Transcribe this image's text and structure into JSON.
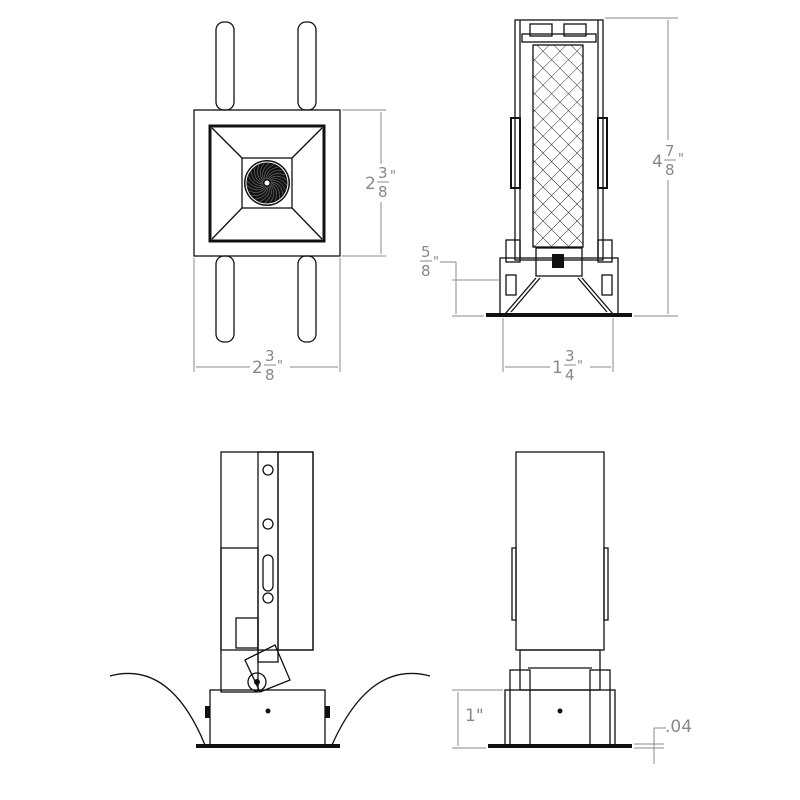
{
  "drawing": {
    "views": [
      "top-view",
      "front-section-view",
      "side-view",
      "front-view"
    ],
    "dimensions": {
      "top_view_height": {
        "whole": "2",
        "num": "3",
        "den": "8",
        "unit": "\""
      },
      "top_view_width": {
        "whole": "2",
        "num": "3",
        "den": "8",
        "unit": "\""
      },
      "overall_height": {
        "whole": "4",
        "num": "7",
        "den": "8",
        "unit": "\""
      },
      "base_height": {
        "whole": "",
        "num": "5",
        "den": "8",
        "unit": "\""
      },
      "aperture_width": {
        "whole": "1",
        "num": "3",
        "den": "4",
        "unit": "\""
      },
      "housing_height": {
        "label": "1\""
      },
      "flange_thickness": {
        "label": ".04"
      }
    },
    "line_color": "#111111",
    "dimension_color": "#888888"
  }
}
